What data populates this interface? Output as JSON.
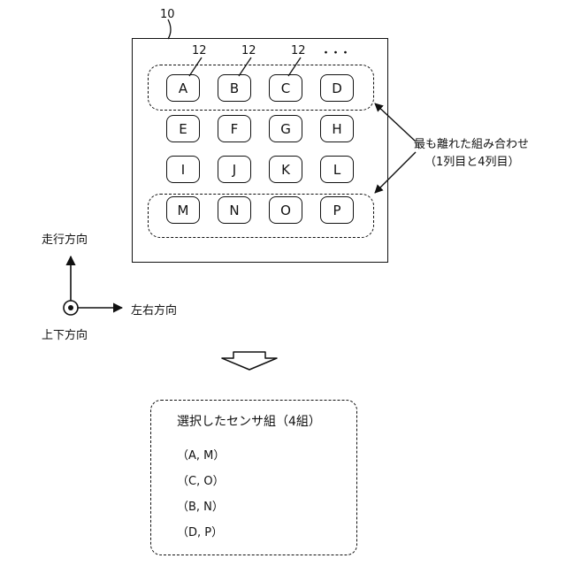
{
  "labels": {
    "device_ref": "10",
    "sensor_ref_1": "12",
    "sensor_ref_2": "12",
    "sensor_ref_3": "12",
    "ellipsis": "・・・",
    "farthest_combo": "最も離れた組み合わせ",
    "farthest_combo_note": "（1列目と4列目）",
    "travel_direction": "走行方向",
    "lateral_direction": "左右方向",
    "vertical_direction": "上下方向"
  },
  "sensors": [
    [
      "A",
      "B",
      "C",
      "D"
    ],
    [
      "E",
      "F",
      "G",
      "H"
    ],
    [
      "I",
      "J",
      "K",
      "L"
    ],
    [
      "M",
      "N",
      "O",
      "P"
    ]
  ],
  "result": {
    "title": "選択したセンサ組（4組）",
    "pairs": [
      "（A, M）",
      "（C, O）",
      "（B, N）",
      "（D, P）"
    ]
  }
}
